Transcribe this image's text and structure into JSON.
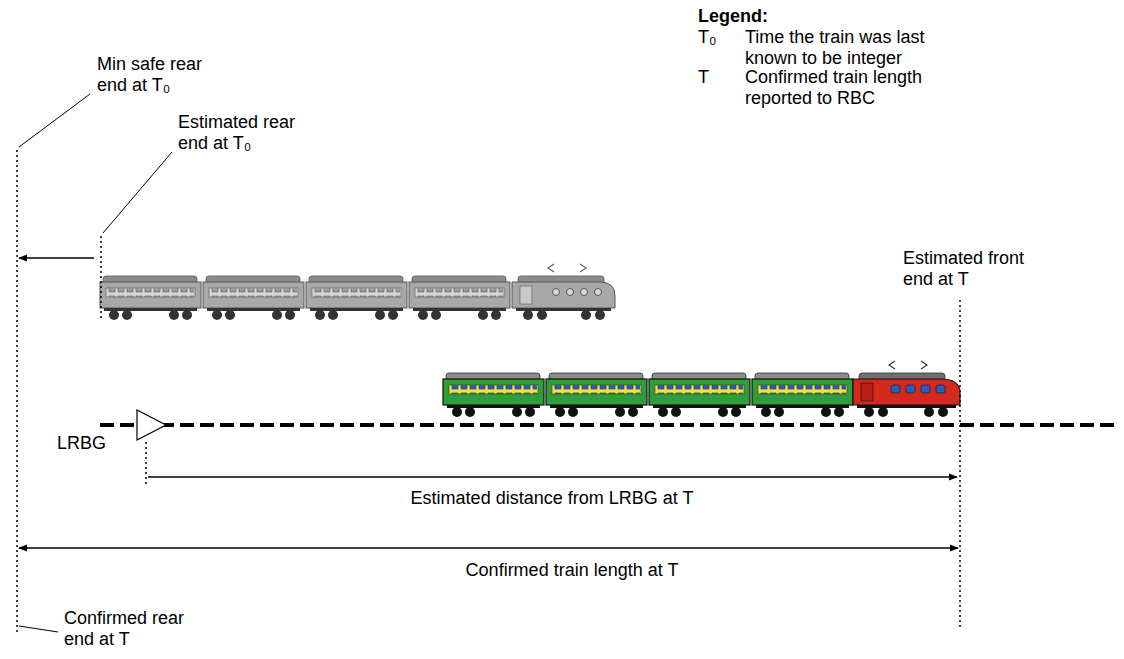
{
  "diagram": {
    "labels": [
      "Legend:",
      "T₀",
      "Time the train was last known to be integer",
      "T",
      "Confirmed train length reported to RBC",
      "Min safe rear end at T₀",
      "Estimated rear end at T₀",
      "Estimated front end at T",
      "LRBG",
      "Estimated distance from LRBG at T",
      "Confirmed train length at T",
      "Confirmed rear end at T"
    ]
  }
}
